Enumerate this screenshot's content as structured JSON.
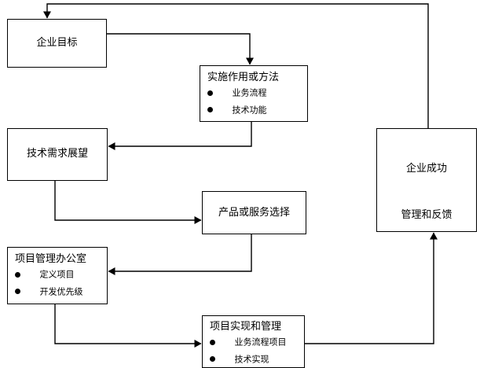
{
  "diagram": {
    "type": "flowchart",
    "nodes": [
      {
        "id": "enterprise-goal",
        "title": "企业目标",
        "bullets": []
      },
      {
        "id": "implementation",
        "title": "实施作用或方法",
        "bullets": [
          "业务流程",
          "技术功能"
        ]
      },
      {
        "id": "tech-demand",
        "title": "技术需求展望",
        "bullets": []
      },
      {
        "id": "product-service",
        "title": "产品或服务选择",
        "bullets": []
      },
      {
        "id": "pmo",
        "title": "项目管理办公室",
        "bullets": [
          "定义项目",
          "开发优先级"
        ]
      },
      {
        "id": "project-impl",
        "title": "项目实现和管理",
        "bullets": [
          "业务流程项目",
          "技术实现"
        ]
      },
      {
        "id": "enterprise-success",
        "title_line1": "企业成功",
        "title_line2": "管理和反馈",
        "bullets": []
      }
    ],
    "edges": [
      {
        "from": "enterprise-goal",
        "to": "implementation"
      },
      {
        "from": "implementation",
        "to": "tech-demand"
      },
      {
        "from": "tech-demand",
        "to": "product-service"
      },
      {
        "from": "product-service",
        "to": "pmo"
      },
      {
        "from": "pmo",
        "to": "project-impl"
      },
      {
        "from": "project-impl",
        "to": "enterprise-success"
      },
      {
        "from": "enterprise-success",
        "to": "enterprise-goal"
      }
    ],
    "colors": {
      "line": "#000000",
      "box_border": "#000000",
      "background": "#ffffff",
      "text": "#000000"
    }
  }
}
